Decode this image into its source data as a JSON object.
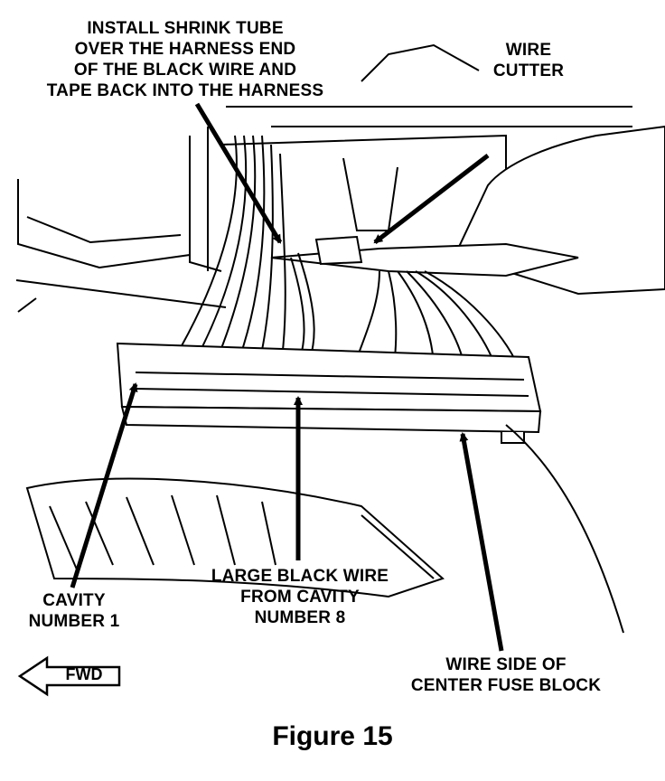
{
  "callouts": {
    "shrink_tube": [
      "INSTALL SHRINK TUBE",
      "OVER THE HARNESS END",
      "OF THE BLACK WIRE AND",
      "TAPE BACK INTO THE HARNESS"
    ],
    "wire_cutter": [
      "WIRE",
      "CUTTER"
    ],
    "cavity_1": [
      "CAVITY",
      "NUMBER 1"
    ],
    "large_black_wire": [
      "LARGE BLACK WIRE",
      "FROM CAVITY",
      "NUMBER 8"
    ],
    "wire_side": [
      "WIRE SIDE OF",
      "CENTER FUSE BLOCK"
    ]
  },
  "fwd_label": "FWD",
  "figure_title": "Figure 15"
}
